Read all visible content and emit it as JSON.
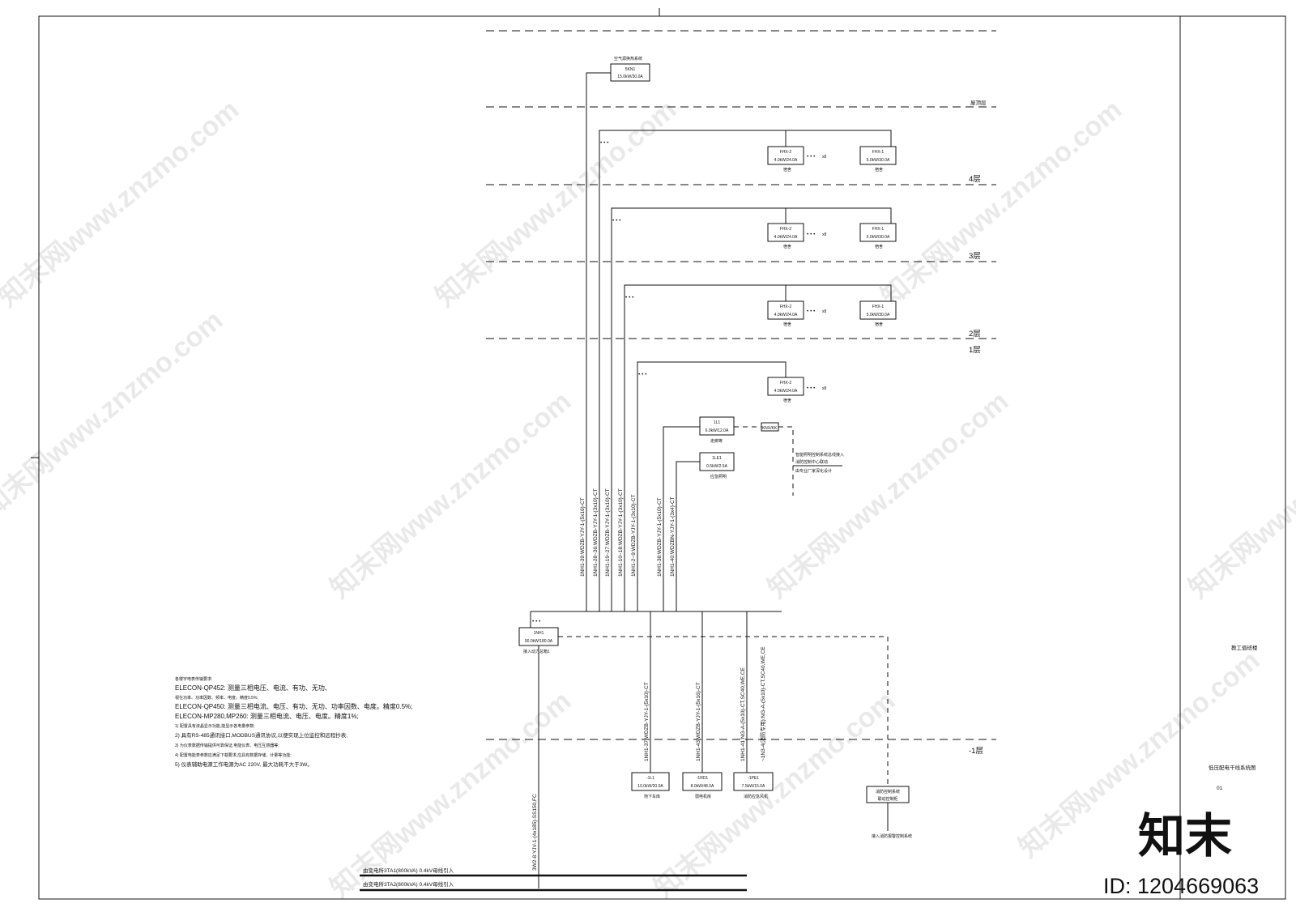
{
  "floors": {
    "roof": "屋顶层",
    "f4": "4层",
    "f3": "3层",
    "f2": "2层",
    "f1": "1层",
    "b1": "-1层"
  },
  "panels": {
    "ak": {
      "label": "空气源换热系统",
      "id": "5KN1",
      "rating": "15.0kW/30.0A"
    },
    "fhx2": {
      "id": "FHX-2",
      "rating": "4.0kW/24.0A",
      "note": "宿舍",
      "multiplier": "x8"
    },
    "fhx1": {
      "id": "FHX-1",
      "rating": "5.0kW/30.0A",
      "note": "宿舍"
    },
    "l1": {
      "id": "1L1",
      "rating": "6.0kW/12.0A",
      "note": "走廊等"
    },
    "le1": {
      "id": "1LE1",
      "rating": "0.5kW/2.5A",
      "note": "应急照明"
    },
    "main": {
      "id": "1NH1",
      "rating": "90.0kW/180.0A",
      "note": "接入动力总箱1"
    },
    "b1l1": {
      "id": "-1L1",
      "rating": "10.0kW/20.0A",
      "note": "地下车库"
    },
    "b1rd1": {
      "id": "-1RD1",
      "rating": "8.0kW/48.0A",
      "note": "弱电机房"
    },
    "b1pe1": {
      "id": "-1PE1",
      "rating": "7.5kW/15.0A",
      "note": "消防应急风机"
    },
    "fire": {
      "line1": "消防控制系统",
      "line2": "联动控制柜"
    },
    "knx": "KNX/KK"
  },
  "annotations": {
    "fire_note_1": "智能照明控制系统总线接入",
    "fire_note_2": "消防控制中心联动",
    "fire_note_3": "由专业厂家深化设计",
    "fire_bottom": "接入消防报警控制系统"
  },
  "ellipsis": "• • •",
  "cables": {
    "c39": "1NH1-39:WDZB-YJY-1-(5x16)-CT",
    "c28": "1NH1-28~36:WDZB-YJY-1-(3x10)-CT",
    "c19": "1NH1-19~27:WDZB-YJY-1-(3x10)-CT",
    "c10": "1NH1-10~18:WDZB-YJY-1-(3x10)-CT",
    "c2": "1NH1-2~9:WDZB-YJY-1-(3x10)-CT",
    "c38": "1NH1-38:WDZB-YJY-1-(5x10)-CT",
    "c40": "1NH1-40:WDZBN-YJY-1-(3x4)-CT",
    "c37": "1NH1-37:WDZB-YJY-1-(5x10)-CT",
    "c43": "1NH1-43:WDZB-YJY-1-(5x16)-CT",
    "c41": "1NH1-41:NG-A-(5x10)-CT,SC40,WE,CE",
    "c41b": "~1N3-4(消防专用):NG-A-(5x10)-CT,SC40,WE,CE",
    "feed": "3W2-8:YJV-1-(4x185)-SS150,FC"
  },
  "transformers": {
    "t1": "由变电所3TA1(800kVA) 0.4kV母线引入",
    "t2": "由变电所3TA2(800kVA) 0.4kV母线引入"
  },
  "notes": {
    "head": "各楼宇电表传输要求:",
    "l1": "ELECON-QP452: 测量三相电压、电流、有功、无功、",
    "l2": "视在功率、功率因数、频率、电度。精度0.5%;",
    "l3": "ELECON-QP450: 测量三相电流、电压、有功、无功、功率因数、电度。精度0.5%;",
    "l4": "ELECON-MP280,MP260: 测量三相电流、电压、电度。精度1%;",
    "l5": "1) 配置具有液晶显示功能,能显示各电量参数;",
    "l6": "2) 具有RS-485通讯接口,MODBUS通讯协议,以便实现上位监控和远程抄表;",
    "l7": "3) 为仪表数据传输提供可靠保证,电能仪表、电压互感器等;",
    "l8": "4) 配置电能表参数应满足下载要求,应具有数据存储、计量等功能;",
    "l9": "5) 仪表辅助电源工作电源为AC 220V, 最大功耗不大于3W。"
  },
  "titleblock": {
    "project": "教工值班楼",
    "drawing": "低压配电干线系统图",
    "number": "01"
  },
  "watermark": {
    "text": "知末网www.znzmo.com",
    "logo": "知末",
    "id": "ID: 1204669063"
  }
}
